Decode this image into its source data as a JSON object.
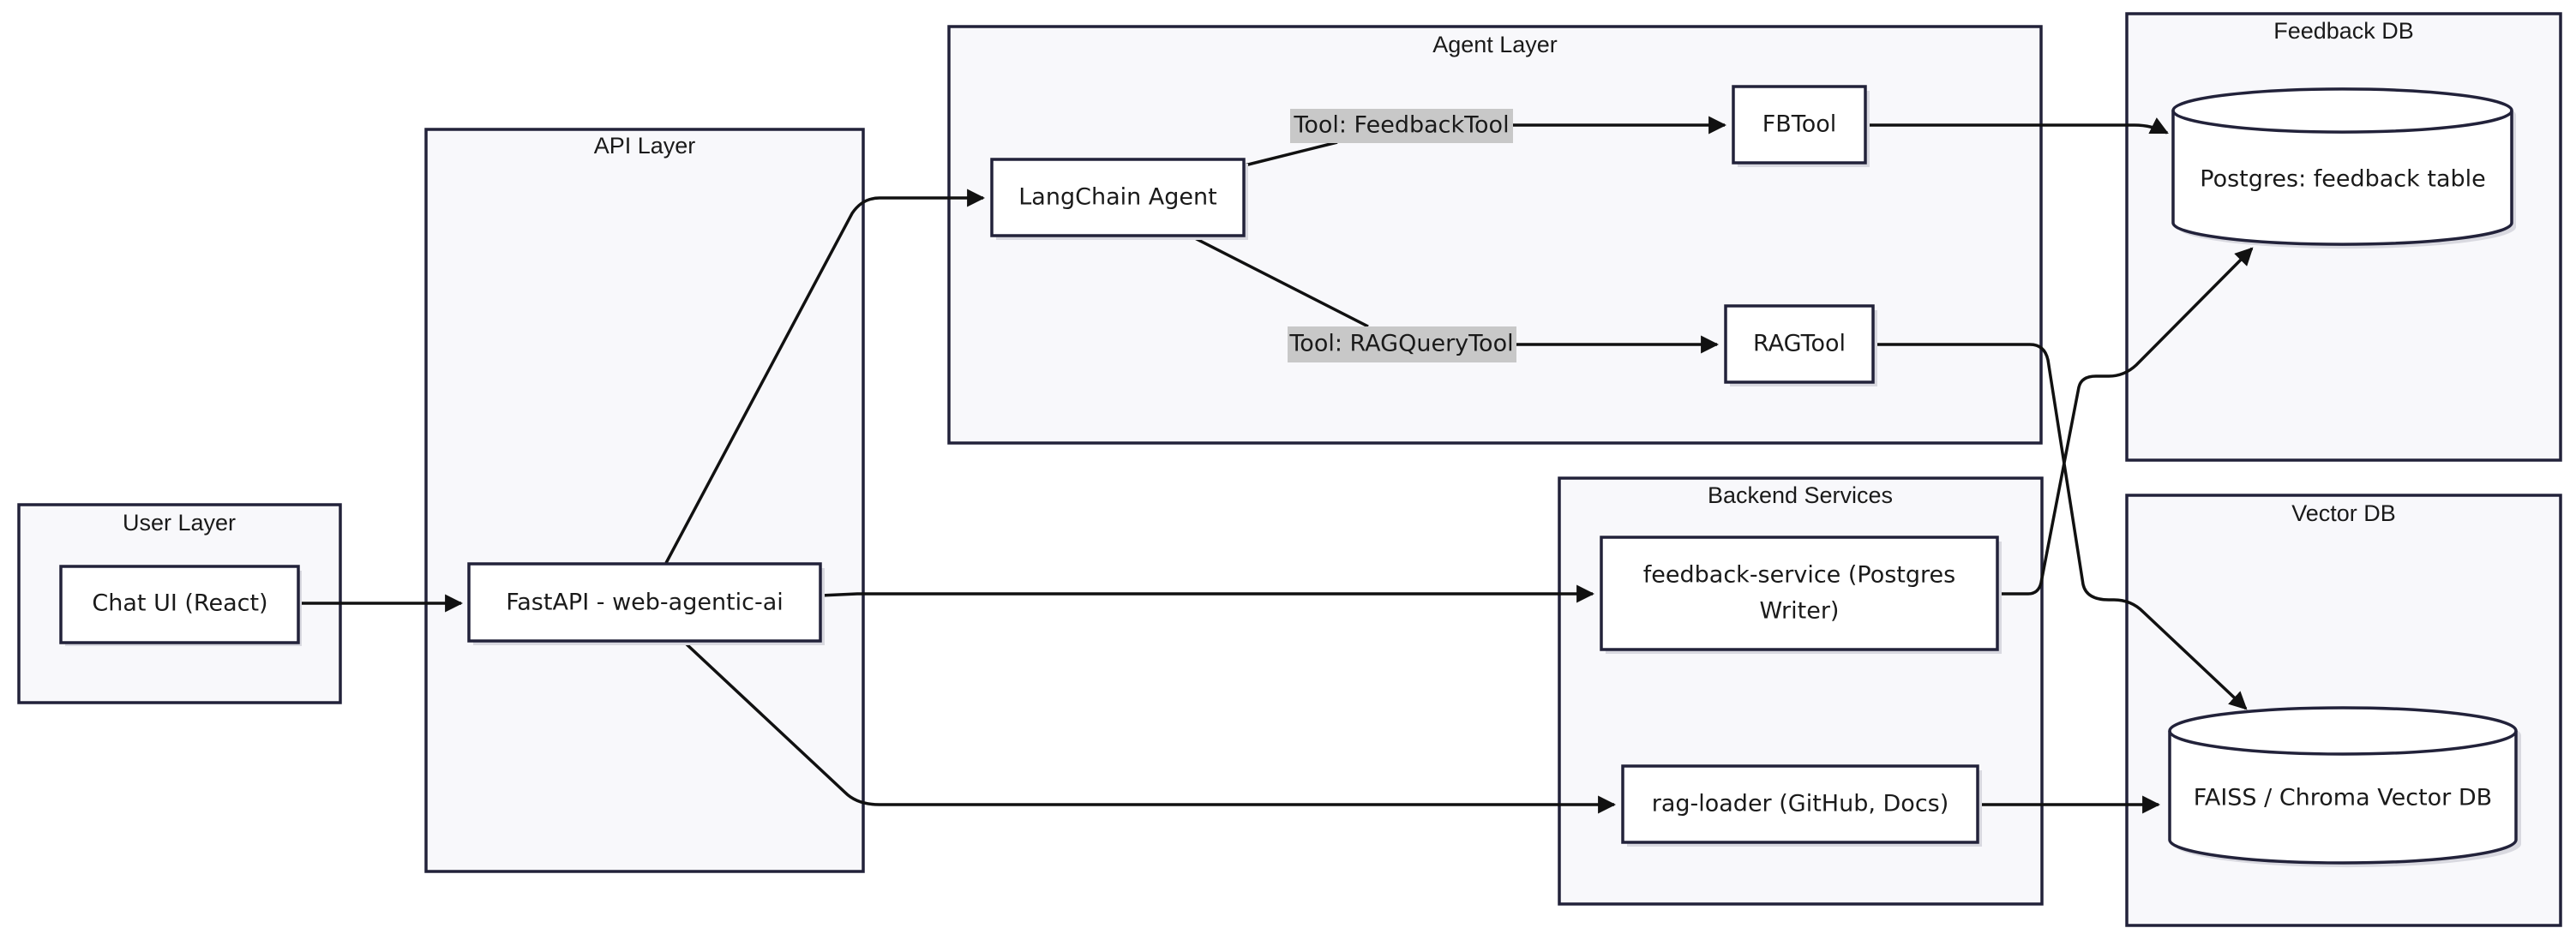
{
  "clusters": {
    "user_layer": "User Layer",
    "api_layer": "API Layer",
    "agent_layer": "Agent Layer",
    "backend_services": "Backend Services",
    "feedback_db": "Feedback DB",
    "vector_db": "Vector DB"
  },
  "nodes": {
    "chat_ui": "Chat UI (React)",
    "fastapi": "FastAPI - web-agentic-ai",
    "langchain_agent": "LangChain Agent",
    "fbtool": "FBTool",
    "ragtool": "RAGTool",
    "feedback_service_line1": "feedback-service (Postgres",
    "feedback_service_line2": "Writer)",
    "rag_loader": "rag-loader (GitHub, Docs)",
    "postgres": "Postgres: feedback table",
    "faiss": "FAISS / Chroma Vector DB"
  },
  "edge_labels": {
    "feedback_tool": "Tool: FeedbackTool",
    "ragquery_tool": "Tool: RAGQueryTool"
  },
  "colors": {
    "cluster_fill": "#f8f8fb",
    "stroke": "#22223a",
    "edge_label_bg": "#c8c8c8"
  }
}
